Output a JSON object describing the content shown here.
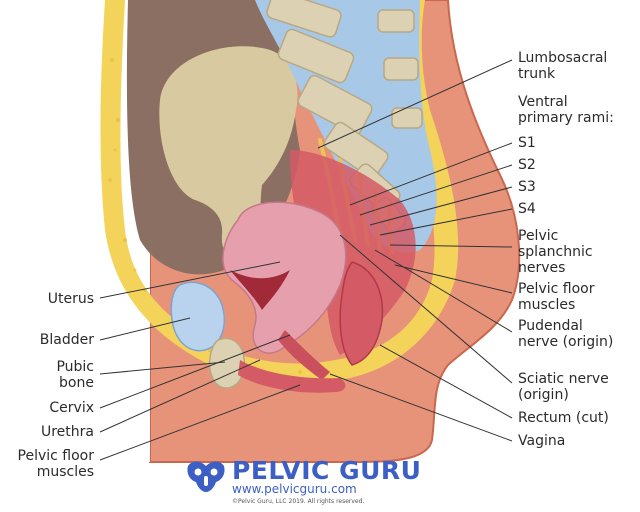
{
  "colors": {
    "skin": "#e7937a",
    "skin_dark": "#d2725a",
    "fat": "#f3d35a",
    "fat_dot": "#e8b83a",
    "cavity": "#8a6f62",
    "intestine": "#d9c9a0",
    "bone": "#dcd2b3",
    "disc": "#a7c8e6",
    "nerve": "#f0c15a",
    "muscle": "#d45a66",
    "uterus": "#e6a0ad",
    "bladder": "#b9d3ee",
    "brand": "#3c5fc5"
  },
  "labels_right": [
    "Lumbosacral\ntrunk",
    "Ventral\nprimary rami:",
    "S1",
    "S2",
    "S3",
    "S4",
    "Pelvic\nsplanchnic\nnerves",
    "Pelvic floor\nmuscles",
    "Pudendal\nnerve (origin)",
    "Sciatic nerve\n(origin)",
    "Rectum (cut)",
    "Vagina"
  ],
  "labels_left": [
    "Uterus",
    "Bladder",
    "Pubic\nbone",
    "Cervix",
    "Urethra",
    "Pelvic floor\nmuscles"
  ],
  "brand": {
    "name": "PELVIC GURU",
    "url": "www.pelvicguru.com",
    "copyright": "©Pelvic Guru, LLC 2019. All rights reserved."
  }
}
